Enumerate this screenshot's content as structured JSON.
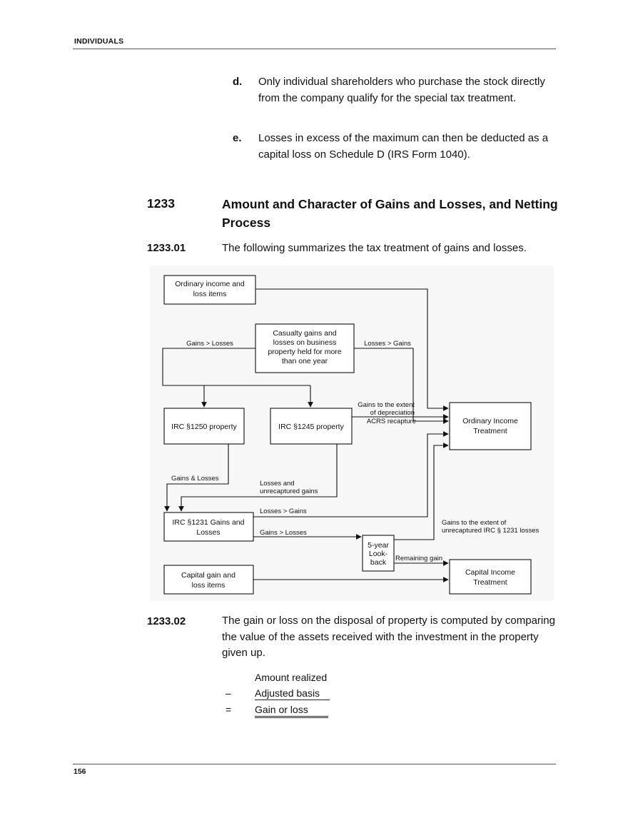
{
  "header": {
    "section": "INDIVIDUALS"
  },
  "items": [
    {
      "label": "d.",
      "text": "Only individual shareholders who purchase the stock directly from the company qualify for the special tax treatment."
    },
    {
      "label": "e.",
      "text": "Losses in excess of the maximum can then be deducted as a capital loss on Schedule D (IRS Form 1040)."
    }
  ],
  "section": {
    "number": "1233",
    "title": "Amount and Character of Gains and Losses, and Netting Process"
  },
  "p1": {
    "number": "1233.01",
    "text": "The following summarizes the tax treatment of gains and losses."
  },
  "diagram": {
    "ordinary_items": [
      "Ordinary income and",
      "loss items"
    ],
    "casualty": [
      "Casualty gains and",
      "losses on business",
      "property held for more",
      "than one year"
    ],
    "gains_gt_losses_1": "Gains > Losses",
    "losses_gt_gains_1": "Losses > Gains",
    "irc1250": "IRC §1250 property",
    "irc1245": "IRC §1245 property",
    "depreciation_note": [
      "Gains to the extent",
      "of depreciation",
      "ACRS recapture"
    ],
    "ordinary_treatment": [
      "Ordinary Income",
      "Treatment"
    ],
    "gains_and_losses": "Gains & Losses",
    "losses_unrecaptured": [
      "Losses and",
      "unrecaptured gains"
    ],
    "losses_gt_gains_2": "Losses > Gains",
    "irc1231": [
      "IRC §1231 Gains and",
      "Losses"
    ],
    "gains_gt_losses_2": "Gains > Losses",
    "unrecaptured_note": [
      "Gains to the extent of",
      "unrecaptured IRC § 1231 losses"
    ],
    "lookback": [
      "5-year",
      "Look-",
      "back"
    ],
    "remaining_gain": "Remaining gain",
    "capital_items": [
      "Capital gain and",
      "loss items"
    ],
    "capital_treatment": [
      "Capital Income",
      "Treatment"
    ]
  },
  "p2": {
    "number": "1233.02",
    "text": "The gain or loss on the disposal of property is computed by comparing the value of the assets received with the investment in the property given up."
  },
  "calc": {
    "line1": "Amount realized",
    "op2": "–",
    "line2": "Adjusted basis",
    "op3": "=",
    "line3": "Gain or loss"
  },
  "footer": {
    "page": "156"
  }
}
